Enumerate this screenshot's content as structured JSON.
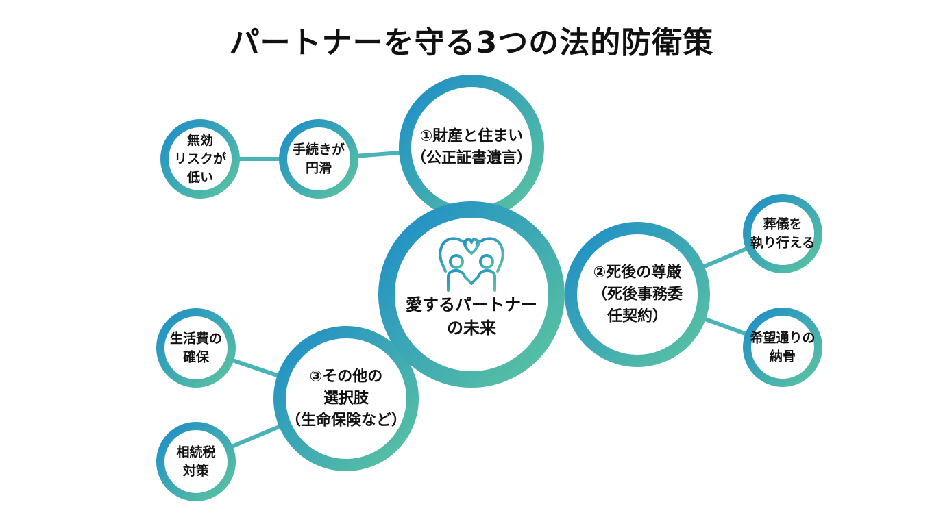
{
  "title": "パートナーを守る3つの法的防衛策",
  "center": {
    "label": [
      "愛するパートナー",
      "の未来"
    ],
    "icon": "couple-heart-icon"
  },
  "pillars": [
    {
      "label": [
        "①財産と住まい",
        "（公正証書遺言）"
      ],
      "benefits": [
        [
          "手続きが",
          "円滑"
        ],
        [
          "無効",
          "リスクが",
          "低い"
        ]
      ]
    },
    {
      "label": [
        "②死後の尊厳",
        "（死後事務委",
        "任契約）"
      ],
      "benefits": [
        [
          "葬儀を",
          "執り行える"
        ],
        [
          "希望通りの",
          "納骨"
        ]
      ]
    },
    {
      "label": [
        "③その他の",
        "選択肢",
        "（生命保険など）"
      ],
      "benefits": [
        [
          "生活費の",
          "確保"
        ],
        [
          "相続税",
          "対策"
        ]
      ]
    }
  ],
  "colors": {
    "gradient_start": "#1E8DC8",
    "gradient_end": "#5CC4A0",
    "connector": "#49B3B8",
    "text": "#111111"
  }
}
